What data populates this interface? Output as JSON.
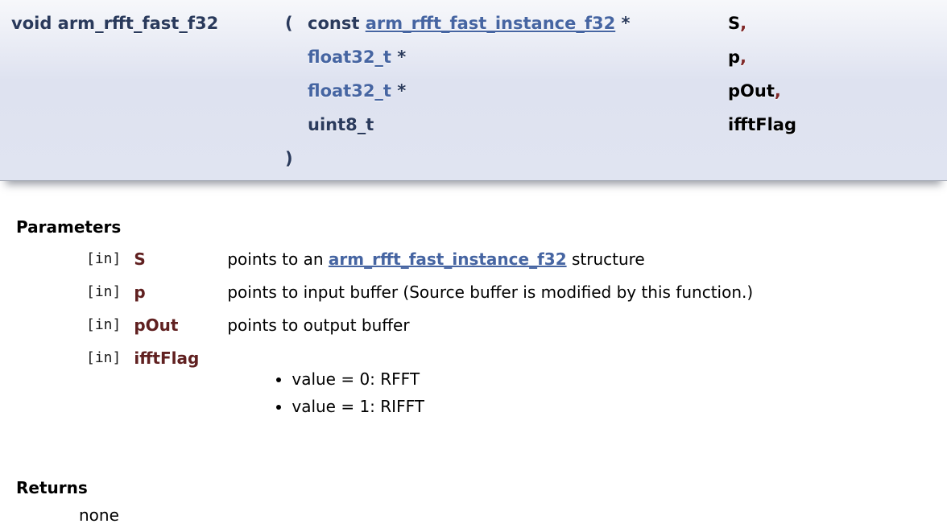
{
  "signature": {
    "name": "void arm_rfft_fast_f32",
    "open_paren": "(",
    "close_paren": ")",
    "params": [
      {
        "type_prefix": "const ",
        "type_link": "arm_rfft_fast_instance_f32",
        "type_suffix": " *",
        "name": "S",
        "sep": ","
      },
      {
        "type_prefix": "",
        "type_link": "float32_t",
        "type_suffix": " *",
        "name": "p",
        "sep": ","
      },
      {
        "type_prefix": "",
        "type_link": "float32_t",
        "type_suffix": " *",
        "name": "pOut",
        "sep": ","
      },
      {
        "type_prefix": "uint8_t",
        "type_link": "",
        "type_suffix": "",
        "name": "ifftFlag",
        "sep": ""
      }
    ]
  },
  "parameters": {
    "heading": "Parameters",
    "rows": [
      {
        "direction": "[in]",
        "name": "S",
        "desc_pre": "points to an ",
        "desc_link": "arm_rfft_fast_instance_f32",
        "desc_post": " structure"
      },
      {
        "direction": "[in]",
        "name": "p",
        "desc": "points to input buffer (Source buffer is modified by this function.)"
      },
      {
        "direction": "[in]",
        "name": "pOut",
        "desc": "points to output buffer"
      },
      {
        "direction": "[in]",
        "name": "ifftFlag",
        "bullets": [
          "value = 0: RFFT",
          "value = 1: RIFFT"
        ]
      }
    ]
  },
  "returns": {
    "heading": "Returns",
    "value": "none"
  },
  "colors": {
    "signature_text": "#2A3A5C",
    "link": "#4665A2",
    "param_name": "#602020",
    "comma": "#802828",
    "box_gradient_top": "#F7F8FB",
    "box_gradient_bottom": "#E0E4F1",
    "box_border": "#9CA1AD"
  }
}
